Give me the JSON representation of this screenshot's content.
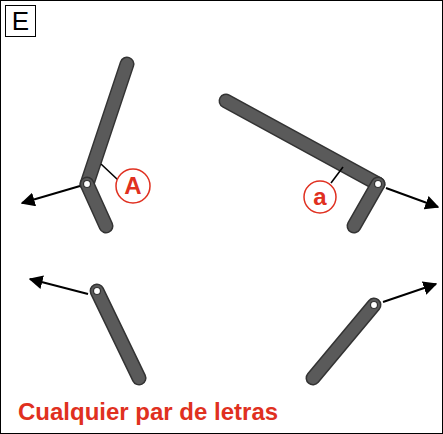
{
  "diagram": {
    "nodes": [
      {
        "text": [
          "E"
        ]
      },
      {
        "text": [
          "A"
        ]
      },
      {
        "text": [
          "a"
        ]
      }
    ],
    "labels": [
      "Cualquier par de letras"
    ]
  }
}
